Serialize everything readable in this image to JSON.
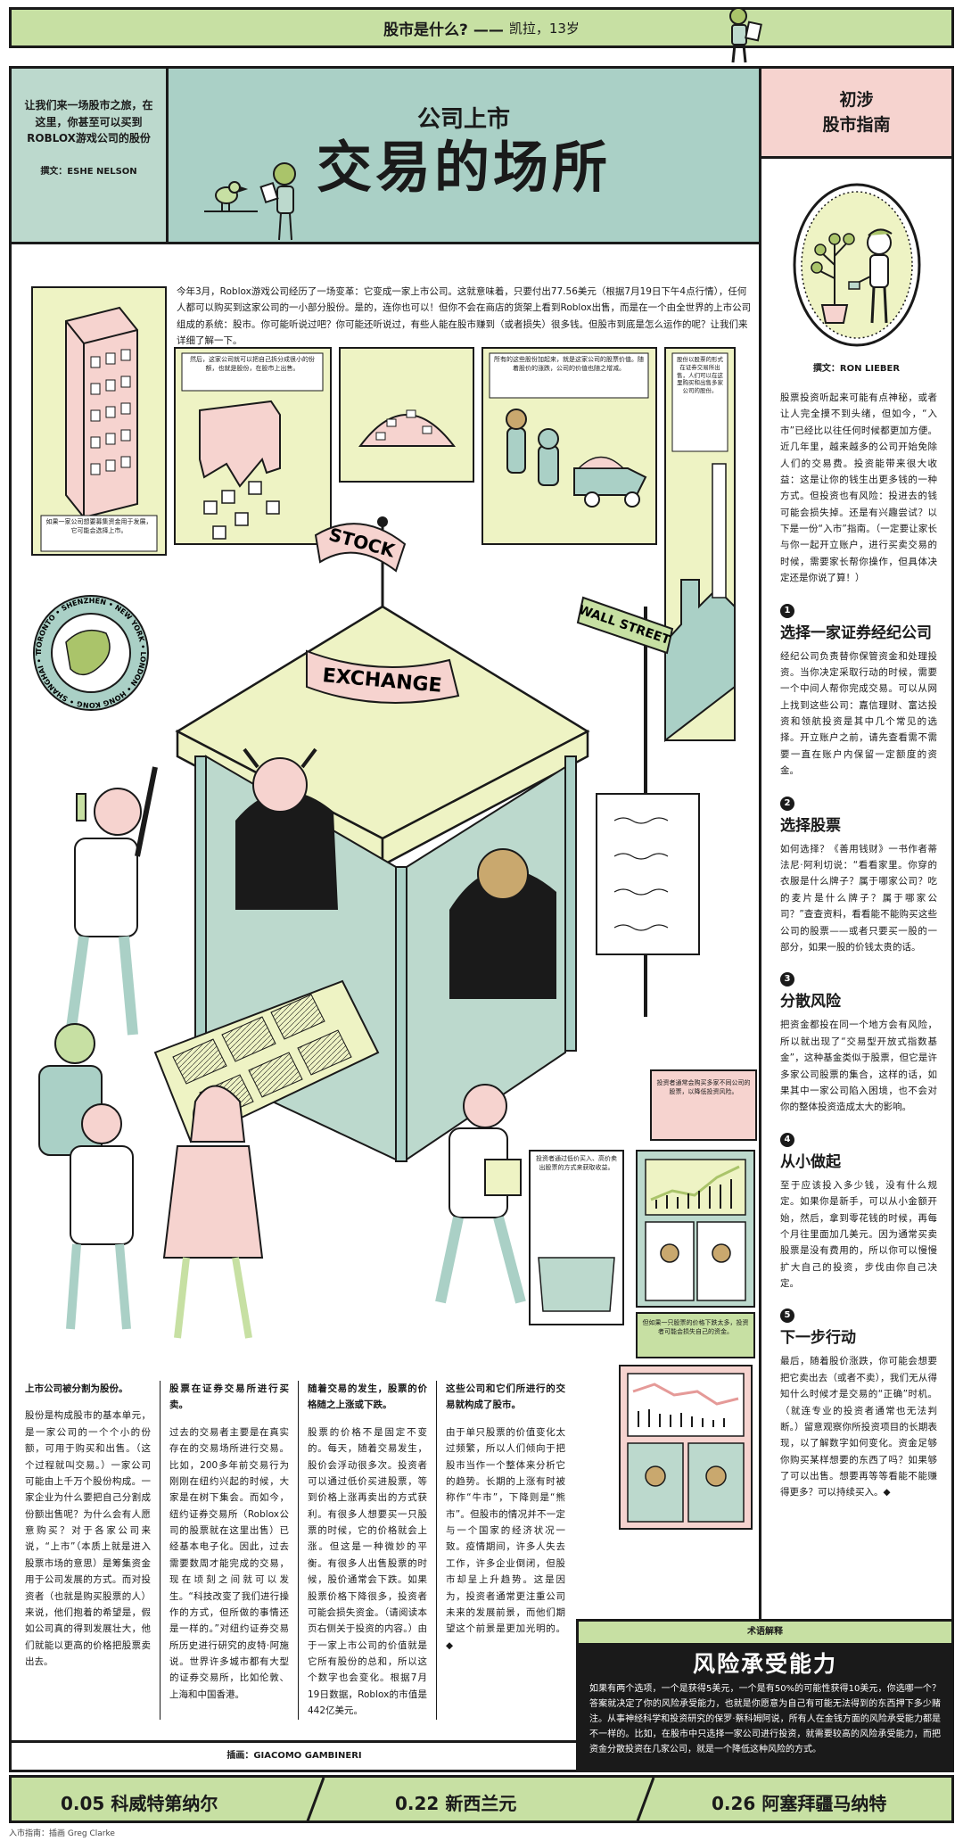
{
  "banner": {
    "title": "股市是什么? ——",
    "author": "凯拉，13岁"
  },
  "left_box": {
    "lede": "让我们来一场股市之旅，在这里，你甚至可以买到ROBLOX游戏公司的股份",
    "byline": "撰文：ESHE NELSON"
  },
  "title_box": {
    "kicker": "公司上市",
    "headline": "交易的场所"
  },
  "intro": "今年3月，Roblox游戏公司经历了一场变革：它变成一家上市公司。这就意味着，只要付出77.56美元（根据7月19日下午4点行情），任何人都可以购买到这家公司的一小部分股份。是的，连你也可以！但你不会在商店的货架上看到Roblox出售，而是在一个由全世界的上市公司组成的系统：股市。你可能听说过吧？你可能还听说过，有些人能在股市赚到（或者损失）很多钱。但股市到底是怎么运作的呢？让我们来详细了解一下。",
  "panels": {
    "p1": "如果一家公司想要募集资金用于发展，它可能会选择上市。",
    "p2": "然后，这家公司就可以把自己拆分成很小的份额，也就是股份，在股市上出售。",
    "p4": "所有的这些股份加起来，就是这家公司的股票价值。随着股价的涨跌，公司的价值也随之增减。",
    "p5": "股份以股票的形式在证券交易所出售，人们可以在这里购买和出售多家公司的股份。",
    "right1": "投资者通常会购买多家不同公司的股票，以降低投资风险。",
    "mid": "投资者通过低价买入、高价卖出股票的方式来获取收益。",
    "right2": "但如果一只股票的价格下跌太多，投资者可能会损失自己的资金。"
  },
  "signs": {
    "tent_top": "STOCK",
    "tent_banner": "EXCHANGE",
    "street": "WALL STREET",
    "globe": "TORONTO • SHENZHEN • NEW YORK • LONDON • HONG KONG • SHANGHAI • TOKYO"
  },
  "columns": [
    {
      "head": "上市公司被分割为股份。",
      "body": "股份是构成股市的基本单元，是一家公司的一个个小的份额，可用于购买和出售。（这个过程就叫交易。）一家公司可能由上千万个股份构成。一家企业为什么要把自己分割成份额出售呢？为什么会有人愿意购买？对于各家公司来说，“上市”（本质上就是进入股票市场的意思）是筹集资金用于公司发展的方式。而对投资者（也就是购买股票的人）来说，他们抱着的希望是，假如公司真的得到发展壮大，他们就能以更高的价格把股票卖出去。"
    },
    {
      "head": "股票在证券交易所进行买卖。",
      "body": "过去的交易者主要是在真实存在的交易场所进行交易。比如，200多年前交易行为刚刚在纽约兴起的时候，大家是在树下集会。而如今，纽约证券交易所（Roblox公司的股票就在这里出售）已经基本电子化。因此，过去需要数周才能完成的交易，现在顷刻之间就可以发生。“科技改变了我们进行操作的方式，但所做的事情还是一样的。”对纽约证券交易所历史进行研究的皮特·阿施说。世界许多城市都有大型的证券交易所，比如伦敦、上海和中国香港。"
    },
    {
      "head": "随着交易的发生，股票的价格随之上涨或下跌。",
      "body": "股票的价格不是固定不变的。每天，随着交易发生，股价会浮动很多次。投资者可以通过低价买进股票，等到价格上涨再卖出的方式获利。有很多人想要买一只股票的时候，它的价格就会上涨。但这是一种微妙的平衡。有很多人出售股票的时候，股价通常会下跌。如果股票价格下降很多，投资者可能会损失资金。（请阅读本页右侧关于投资的内容。）由于一家上市公司的价值就是它所有股份的总和，所以这个数字也会变化。根据7月19日数据，Roblox的市值是442亿美元。"
    },
    {
      "head": "这些公司和它们所进行的交易就构成了股市。",
      "body": "由于单只股票的价值变化太过频繁，所以人们倾向于把股市当作一个整体来分析它的趋势。长期的上涨有时被称作“牛市”，下降则是“熊市”。但股市的情况并不一定与一个国家的经济状况一致。疫情期间，许多人失去工作，许多企业倒闭，但股市却呈上升趋势。这是因为，投资者通常更注重公司未来的发展前景，而他们期望这个前景是更加光明的。◆"
    }
  ],
  "credit": "插画：GIACOMO GAMBINERI",
  "guide": {
    "title_line1": "初涉",
    "title_line2": "股市指南",
    "byline": "撰文：RON LIEBER",
    "intro": "股票投资听起来可能有点神秘，或者让人完全摸不到头绪，但如今，“入市”已经比以往任何时候都更加方便。近几年里，越来越多的公司开始免除人们的交易费。投资能带来很大收益：这是让你的钱生出更多钱的一种方式。但投资也有风险：投进去的钱可能会损失掉。还是有兴趣尝试？以下是一份“入市”指南。（一定要让家长与你一起开立账户，进行买卖交易的时候，需要家长帮你操作，但具体决定还是你说了算！）",
    "steps": [
      {
        "num": "1",
        "title": "选择一家证券经纪公司",
        "body": "经纪公司负责替你保管资金和处理投资。当你决定采取行动的时候，需要一个中间人帮你完成交易。可以从网上找到这些公司：嘉信理财、富达投资和领航投资是其中几个常见的选择。开立账户之前，请先查看需不需要一直在账户内保留一定额度的资金。"
      },
      {
        "num": "2",
        "title": "选择股票",
        "body": "如何选择？《善用钱财》一书作者蒂法尼·阿利切说：“看看家里。你穿的衣服是什么牌子？属于哪家公司？吃的麦片是什么牌子？属于哪家公司？”查查资料，看看能不能购买这些公司的股票——或者只要买一股的一部分，如果一股的价钱太贵的话。"
      },
      {
        "num": "3",
        "title": "分散风险",
        "body": "把资金都投在同一个地方会有风险，所以就出现了“交易型开放式指数基金”，这种基金类似于股票，但它是许多家公司股票的集合，这样的话，如果其中一家公司陷入困境，也不会对你的整体投资造成太大的影响。"
      },
      {
        "num": "4",
        "title": "从小做起",
        "body": "至于应该投入多少钱，没有什么规定。如果你是新手，可以从小金额开始，然后，拿到零花钱的时候，再每个月往里面加几美元。因为通常买卖股票是没有费用的，所以你可以慢慢扩大自己的投资，步伐由你自己决定。"
      },
      {
        "num": "5",
        "title": "下一步行动",
        "body": "最后，随着股价涨跌，你可能会想要把它卖出去（或者不卖），我们无从得知什么时候才是交易的“正确”时机。（就连专业的投资者通常也无法判断。）留意观察你所投资项目的长期表现，以了解数字如何变化。资金足够你购买某样想要的东西了吗？如果够了可以出售。想要再等等看能不能赚得更多？可以持续买入。◆"
      }
    ]
  },
  "term": {
    "label": "术语解释",
    "title": "风险承受能力",
    "body": "如果有两个选项，一个是获得5美元，一个是有50%的可能性获得10美元，你选哪一个？答案就决定了你的风险承受能力，也就是你愿意为自己有可能无法得到的东西押下多少赌注。从事神经科学和投资研究的保罗·蔡科姆阿说，所有人在金钱方面的风险承受能力都是不一样的。比如，在股市中只选择一家公司进行投资，就需要较高的风险承受能力，而把资金分散投资在几家公司，就是一个降低这种风险的方式。"
  },
  "fx": [
    {
      "rate": "0.05",
      "currency": "科威特第纳尔"
    },
    {
      "rate": "0.22",
      "currency": "新西兰元"
    },
    {
      "rate": "0.26",
      "currency": "阿塞拜疆马纳特"
    }
  ],
  "footnote": "入市指南：插画 Greg Clarke",
  "colors": {
    "mint": "#bcd9cd",
    "teal": "#aad0c6",
    "pink": "#f6d3cf",
    "lime": "#c7e0a3",
    "cream": "#eef3c4",
    "ink": "#1a1a1a"
  }
}
